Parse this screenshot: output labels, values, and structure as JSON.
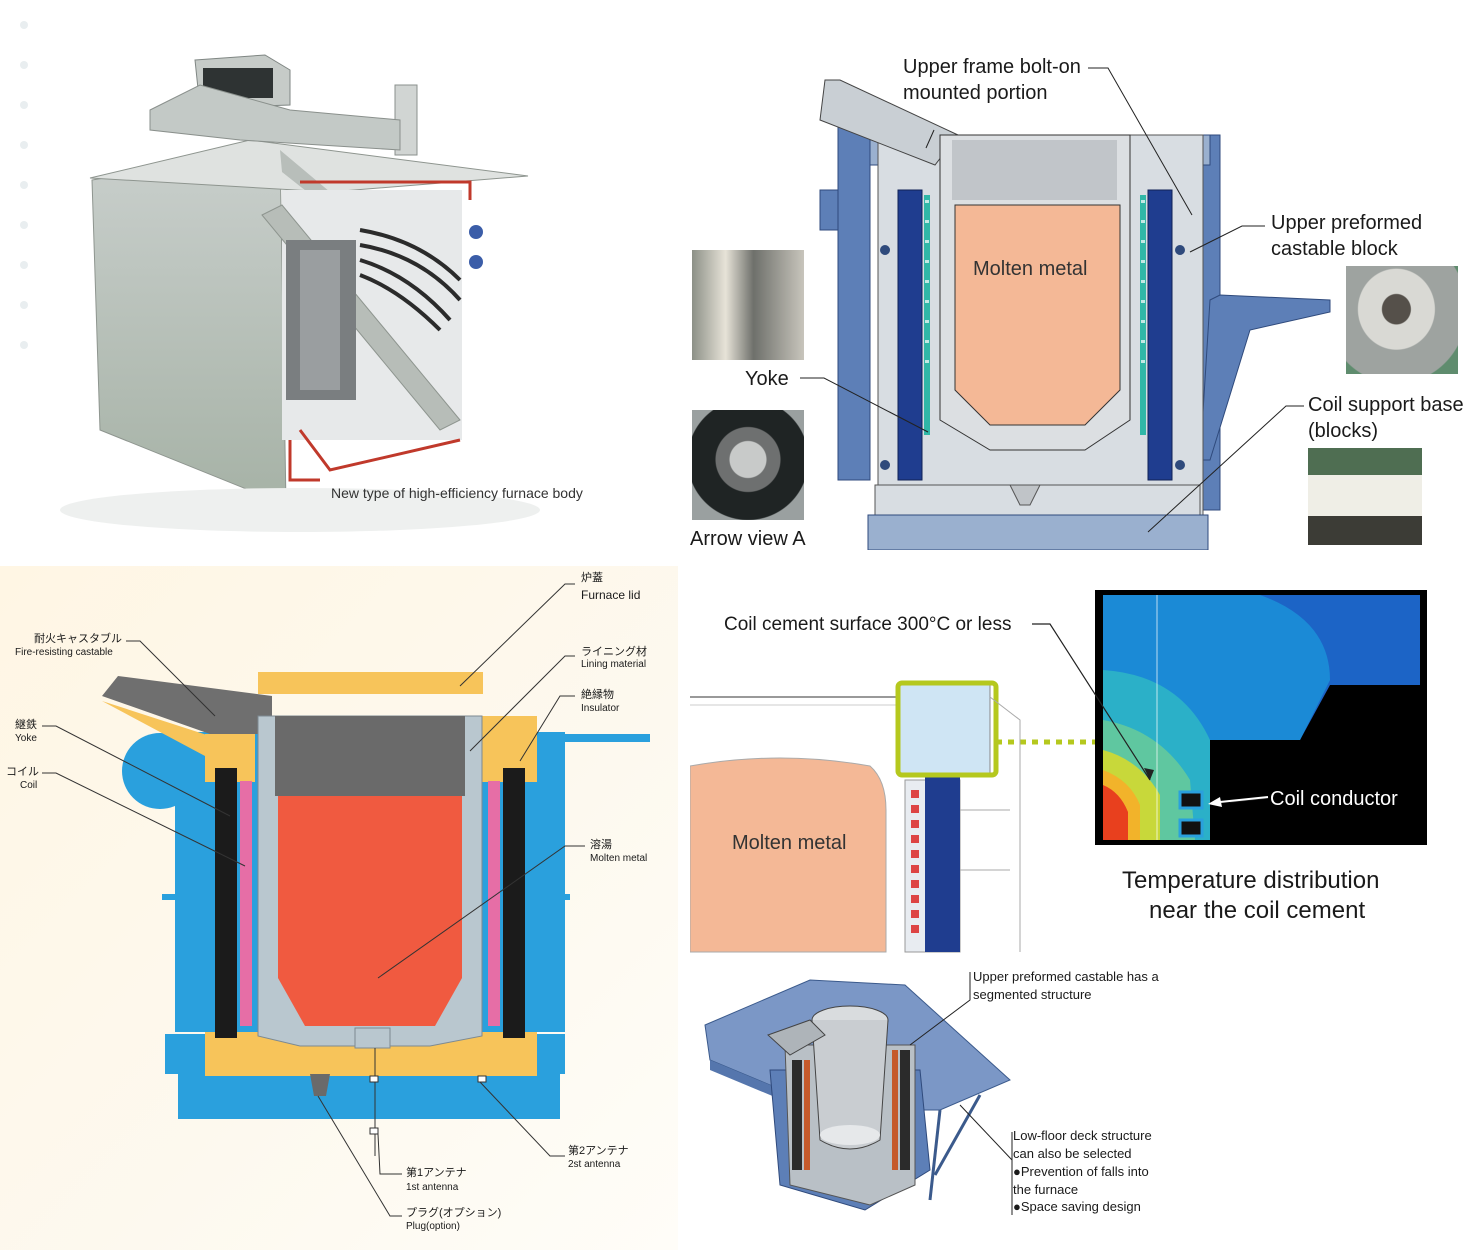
{
  "panel_photo": {
    "caption": "New type of high-efficiency furnace body"
  },
  "panel_section": {
    "labels": {
      "upper_frame": "Upper frame bolt-on",
      "upper_frame_2": "mounted portion",
      "upper_block": "Upper preformed",
      "upper_block_2": "castable block",
      "molten": "Molten metal",
      "yoke": "Yoke",
      "coil_base": "Coil support base",
      "coil_base_2": "(blocks)",
      "arrow_view": "Arrow view A"
    }
  },
  "panel_cross": {
    "labels": {
      "lid_jp": "炉蓋",
      "lid_en": "Furnace lid",
      "castable_jp": "耐火キャスタブル",
      "castable_en": "Fire-resisting castable",
      "lining_jp": "ライニング材",
      "lining_en": "Lining material",
      "insulator_jp": "絶縁物",
      "insulator_en": "Insulator",
      "yoke_jp": "継鉄",
      "yoke_en": "Yoke",
      "coil_jp": "コイル",
      "coil_en": "Coil",
      "molten_jp": "溶湯",
      "molten_en": "Molten metal",
      "ant2_jp": "第2アンテナ",
      "ant2_en": "2st antenna",
      "ant1_jp": "第1アンテナ",
      "ant1_en": "1st antenna",
      "plug_jp": "プラグ(オプション)",
      "plug_en": "Plug(option)"
    }
  },
  "panel_temp": {
    "labels": {
      "cement": "Coil cement surface 300°C or less",
      "molten": "Molten metal",
      "conductor": "Coil conductor",
      "title1": "Temperature distribution",
      "title2": "near the coil cement"
    }
  },
  "panel_iso": {
    "labels": {
      "seg1": "Upper preformed castable has a",
      "seg2": "segmented structure",
      "low1": "Low-floor deck structure",
      "low2": "can also be selected",
      "low3": "●Prevention of falls into",
      "low4": "the furnace",
      "low5": "●Space saving design"
    }
  },
  "colors": {
    "frame_blue": "#4a6fa8",
    "yoke_navy": "#1f3d8f",
    "molten_salmon": "#f4b896",
    "cross_blue": "#2aa0dd",
    "cross_castable": "#f7c45a",
    "cross_molten": "#f05a40",
    "cross_lining": "#b9c7cf",
    "cross_coil": "#e66ea6",
    "callout_green": "#b5c81e"
  }
}
